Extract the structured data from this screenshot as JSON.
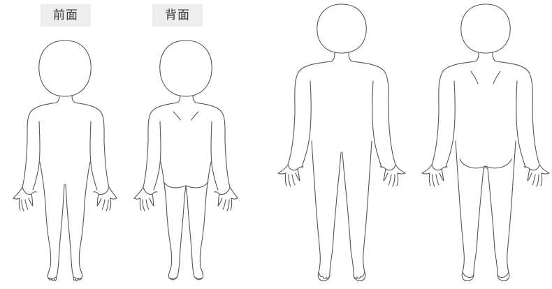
{
  "labels": {
    "front": "前面",
    "back": "背面"
  },
  "figures": [
    {
      "id": "child-front",
      "view": "front",
      "age_group": "child"
    },
    {
      "id": "child-back",
      "view": "back",
      "age_group": "child"
    },
    {
      "id": "older-child-front",
      "view": "front",
      "age_group": "older-child"
    },
    {
      "id": "older-child-back",
      "view": "back",
      "age_group": "older-child"
    }
  ],
  "colors": {
    "label_background": "#eeeeee",
    "label_text": "#333333",
    "outline": "#555555",
    "background": "#ffffff"
  }
}
